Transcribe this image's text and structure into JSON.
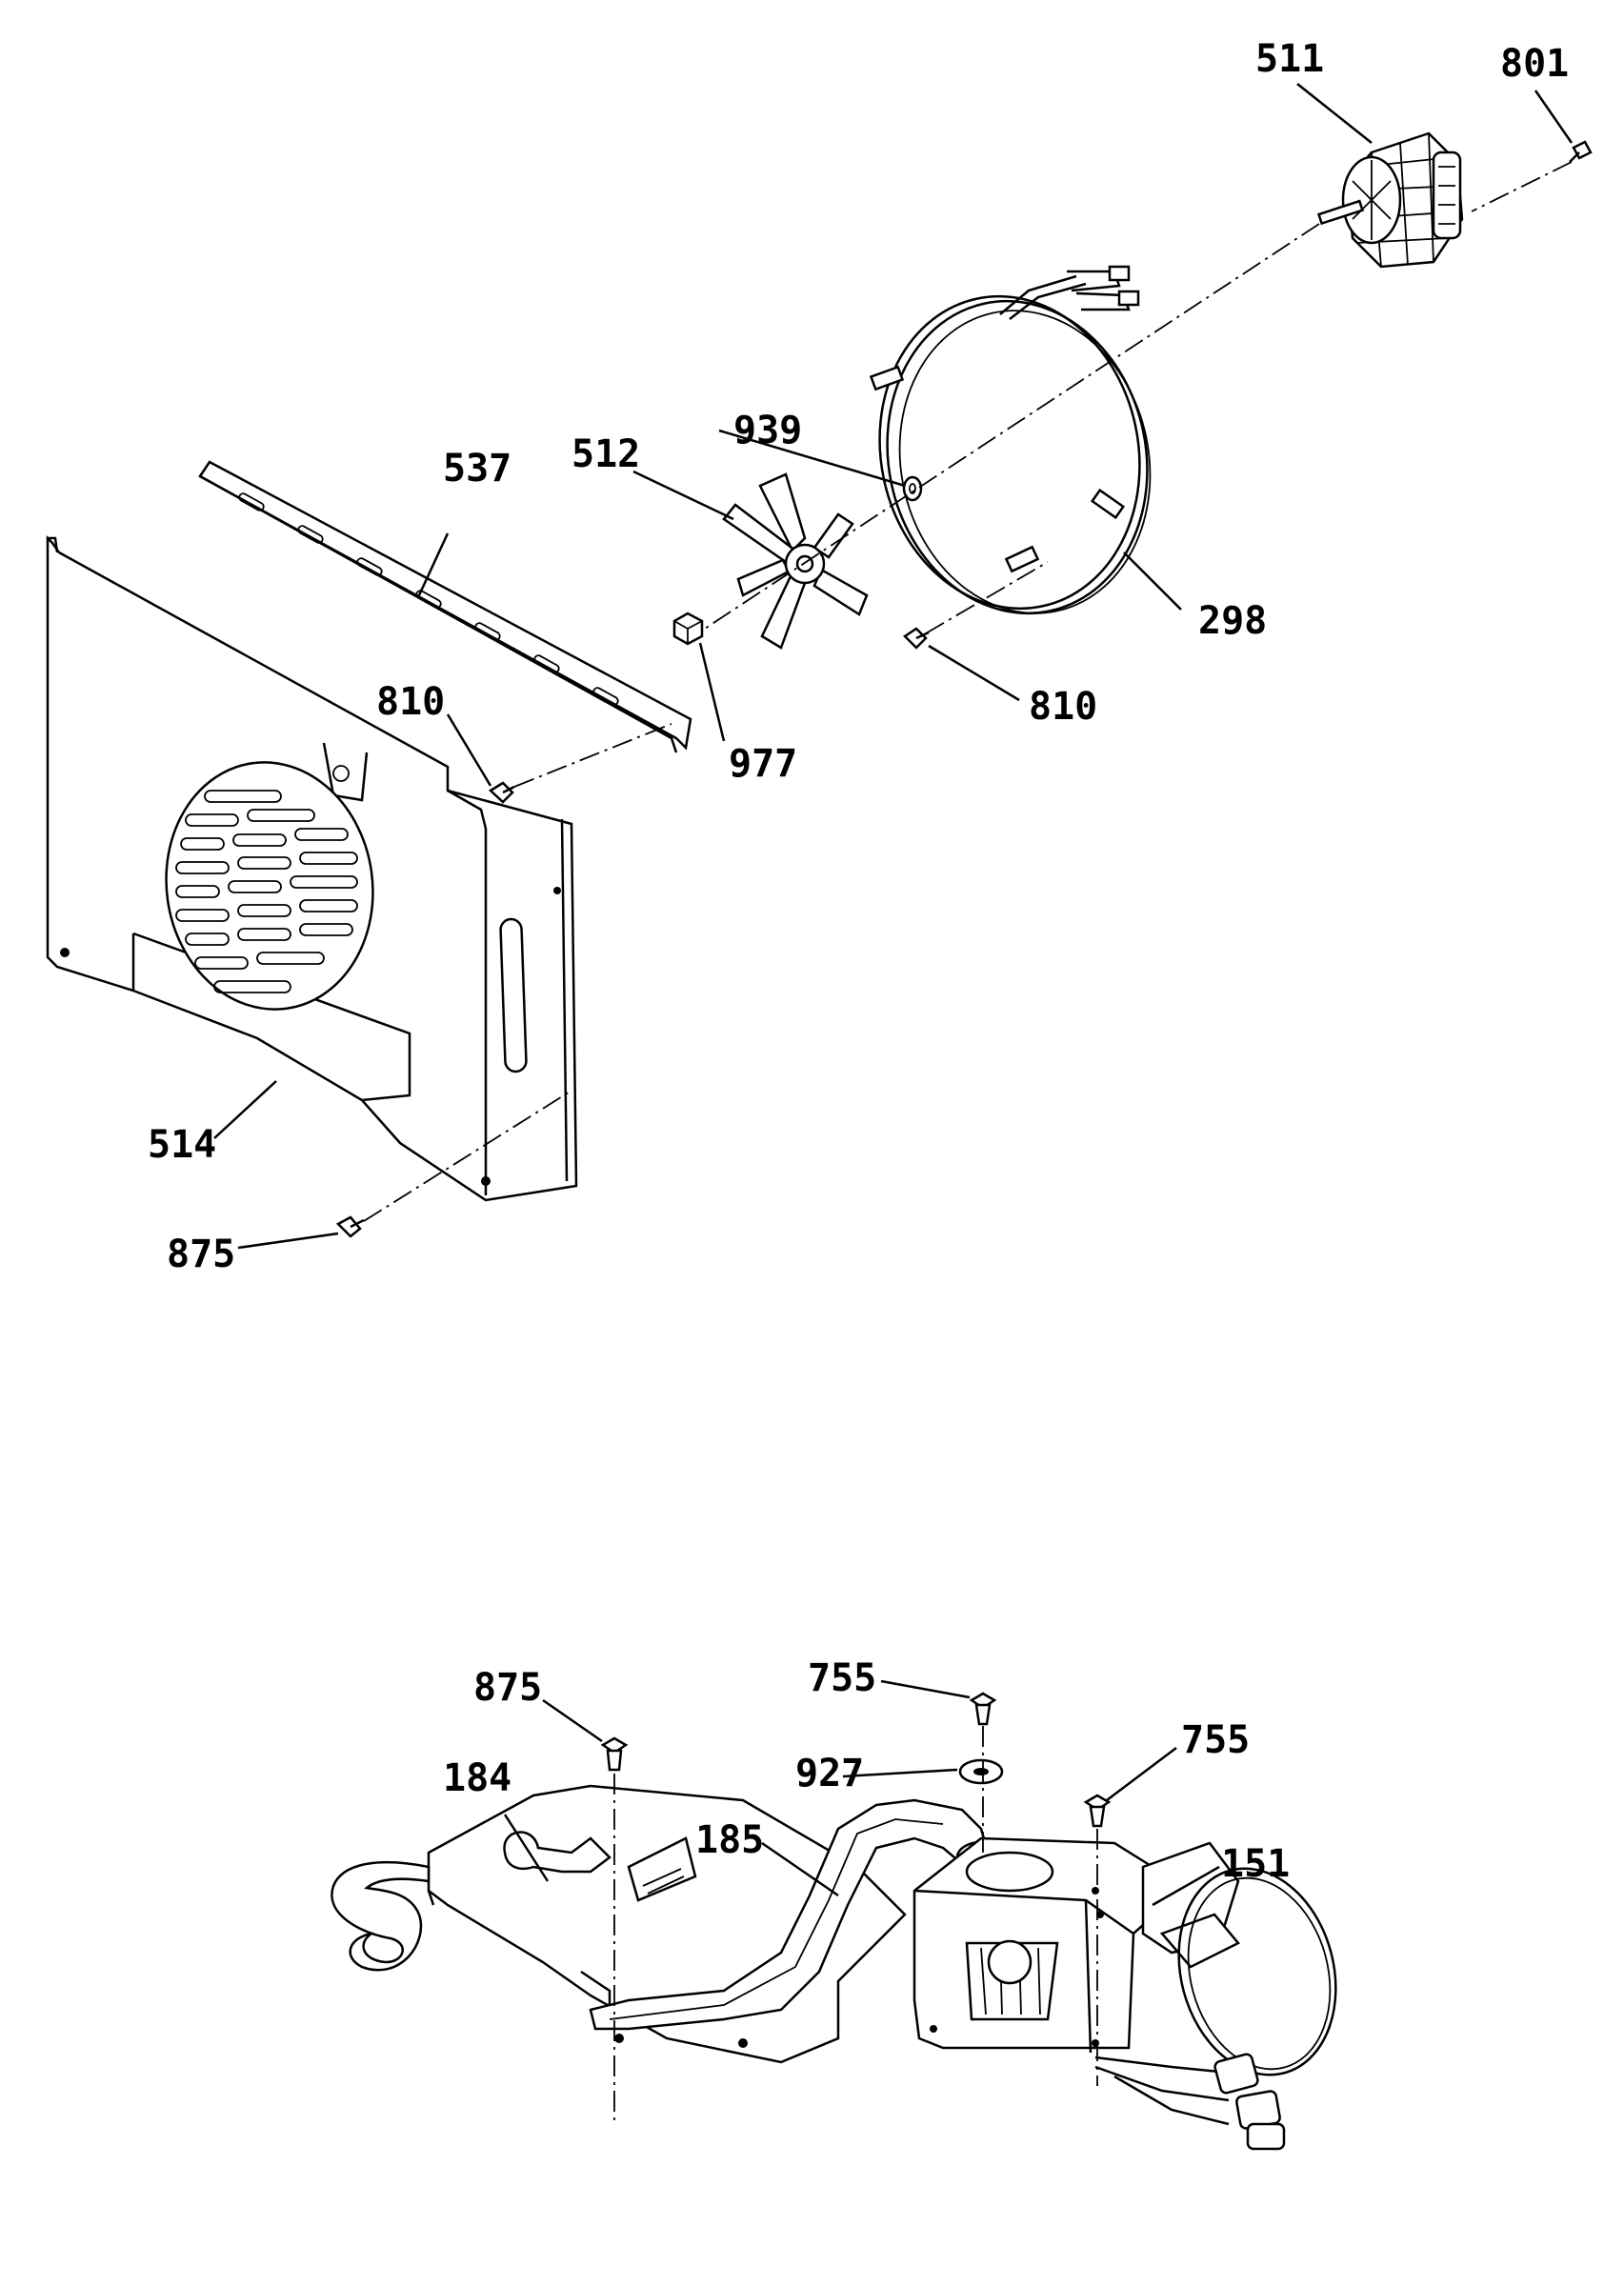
{
  "labels": {
    "upper": {
      "motor": "511",
      "screw_motor": "801",
      "ring_element": "298",
      "washer": "939",
      "fan_blade": "512",
      "bracket": "537",
      "screw_bracket": "810",
      "nut": "977",
      "screw_element": "810",
      "baffle": "514",
      "screw_baffle": "875"
    },
    "lower": {
      "screw_left": "875",
      "screw_top": "755",
      "grommet": "927",
      "screw_right": "755",
      "latch_hook": "184",
      "link_arm": "185",
      "latch_motor": "151"
    }
  }
}
